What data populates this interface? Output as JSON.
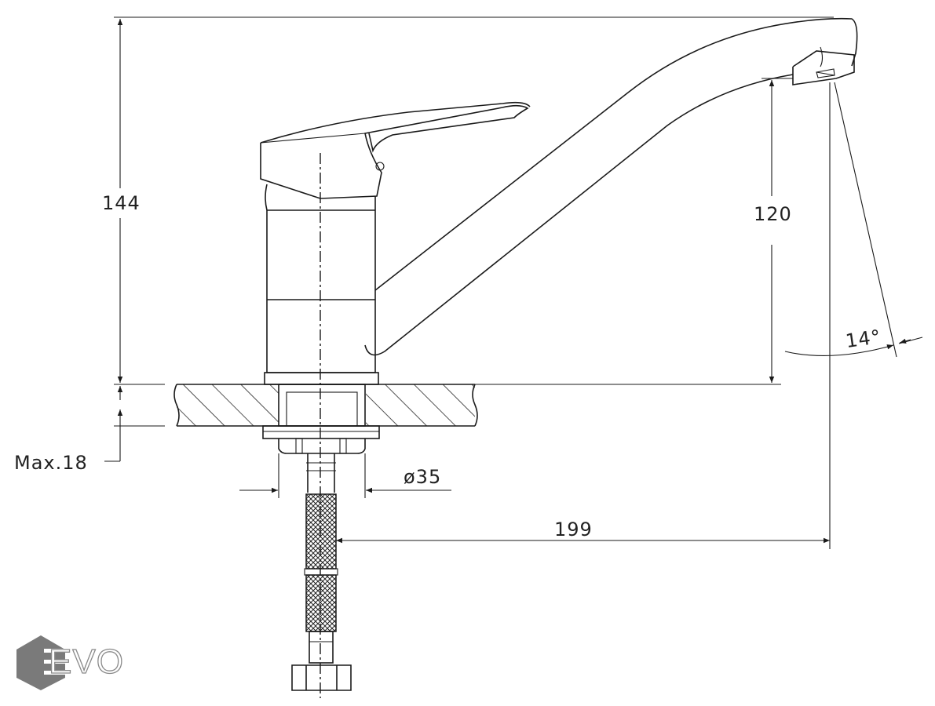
{
  "drawing": {
    "title": "Kitchen faucet dimensional drawing",
    "dimensions": {
      "total_height": "144",
      "spout_height": "120",
      "spout_angle": "14°",
      "max_countertop_thickness": "Max.18",
      "mount_hole_diameter": "ø35",
      "spout_reach": "199"
    }
  },
  "logo": {
    "text": "EVO",
    "colors": {
      "hexagon": "#7a7a7a",
      "outline": "#8a8a8a"
    }
  }
}
